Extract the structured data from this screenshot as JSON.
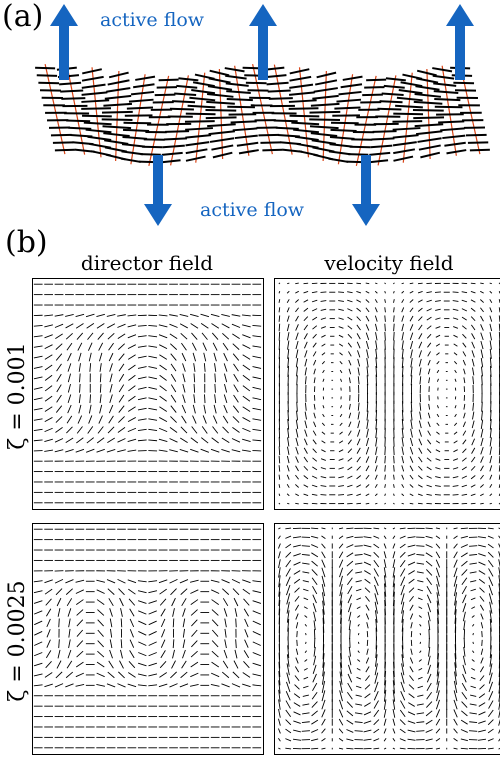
{
  "panel_a": {
    "label": "(a)",
    "flow_label_top": "active flow",
    "flow_label_bottom": "active flow",
    "arrow_color": "#1565c0",
    "director_color": "#000000",
    "line_color": "#d84315"
  },
  "panel_b": {
    "label": "(b)",
    "columns": [
      "director field",
      "velocity field"
    ],
    "rows": [
      {
        "label": "ζ = 0.001",
        "rolls": 1
      },
      {
        "label": "ζ = 0.0025",
        "rolls": 2
      }
    ]
  }
}
